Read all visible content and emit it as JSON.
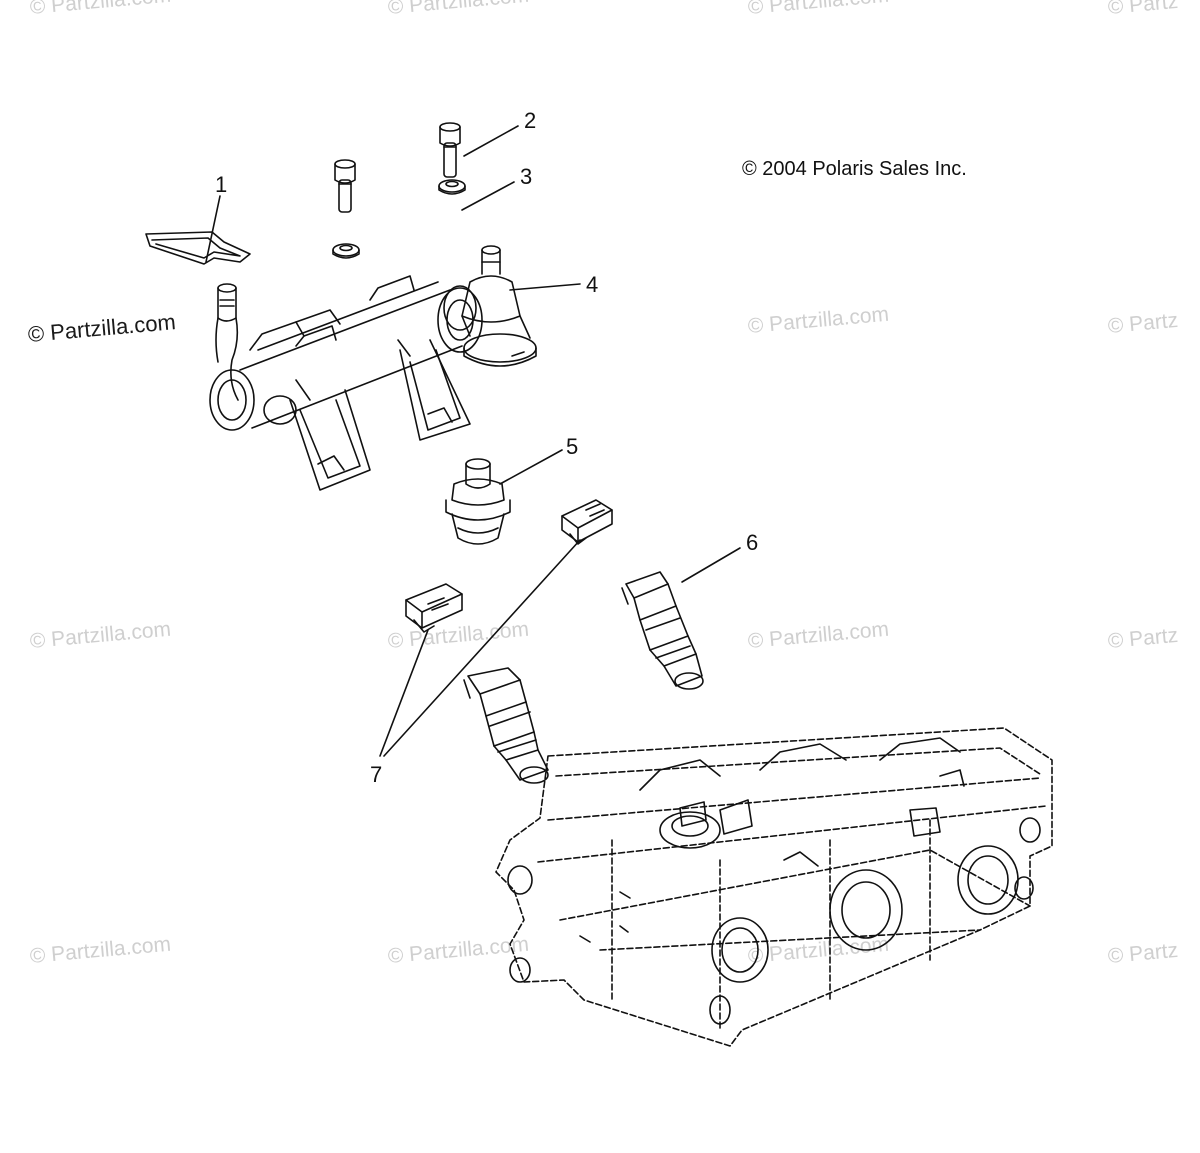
{
  "copyright": "© 2004 Polaris Sales Inc.",
  "watermark_primary": "© Partzilla.com",
  "watermark_faint": "© Partzilla.com",
  "watermark_faint_short": "© Partz",
  "callouts": {
    "c1": "1",
    "c2": "2",
    "c3": "3",
    "c4": "4",
    "c5": "5",
    "c6": "6",
    "c7": "7"
  },
  "colors": {
    "line": "#111111",
    "watermark": "#cfcfcf"
  }
}
